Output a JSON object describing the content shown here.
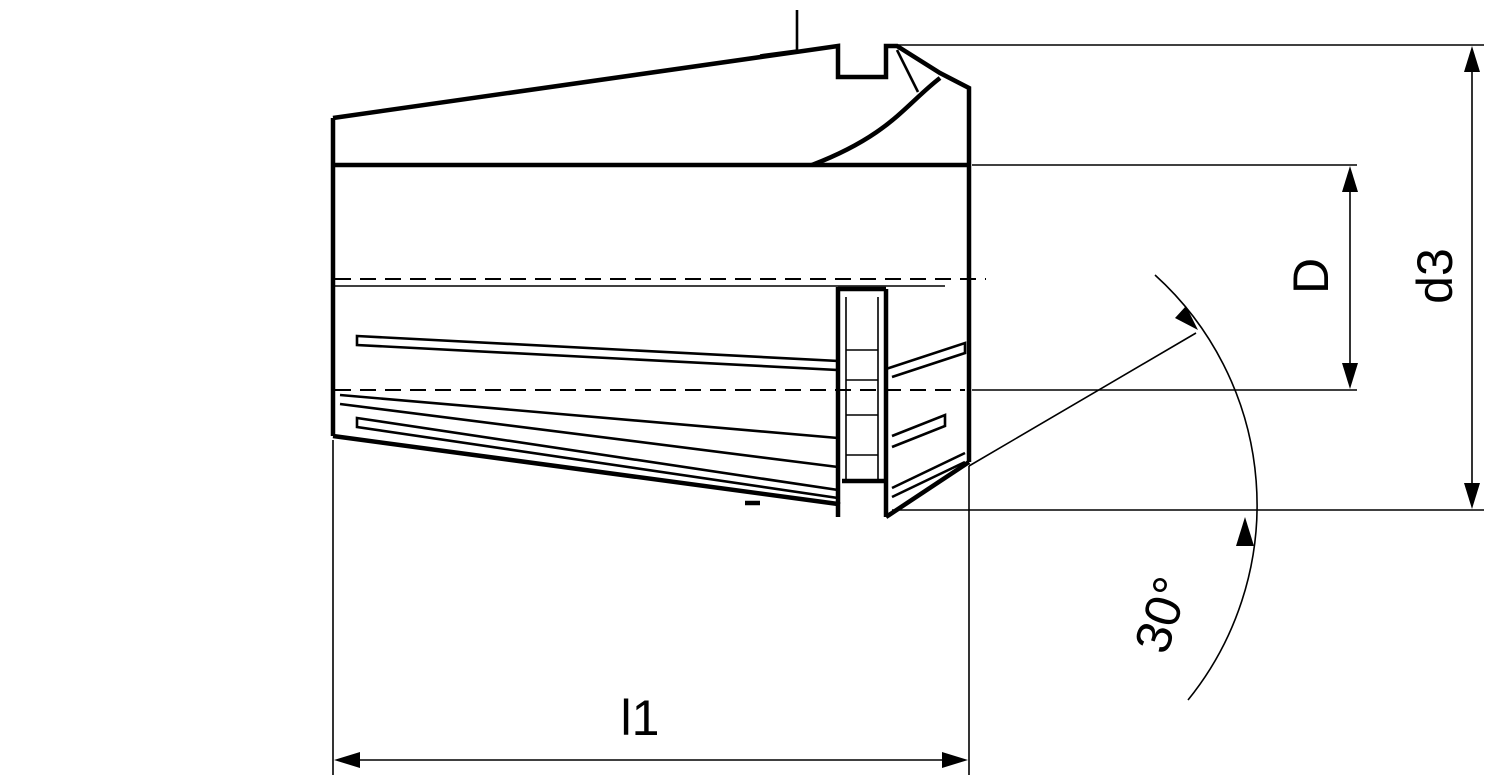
{
  "drawing": {
    "dimensions": {
      "diameter_small": "D",
      "diameter_outer": "d3",
      "length": "l1",
      "angle": "30°"
    }
  }
}
